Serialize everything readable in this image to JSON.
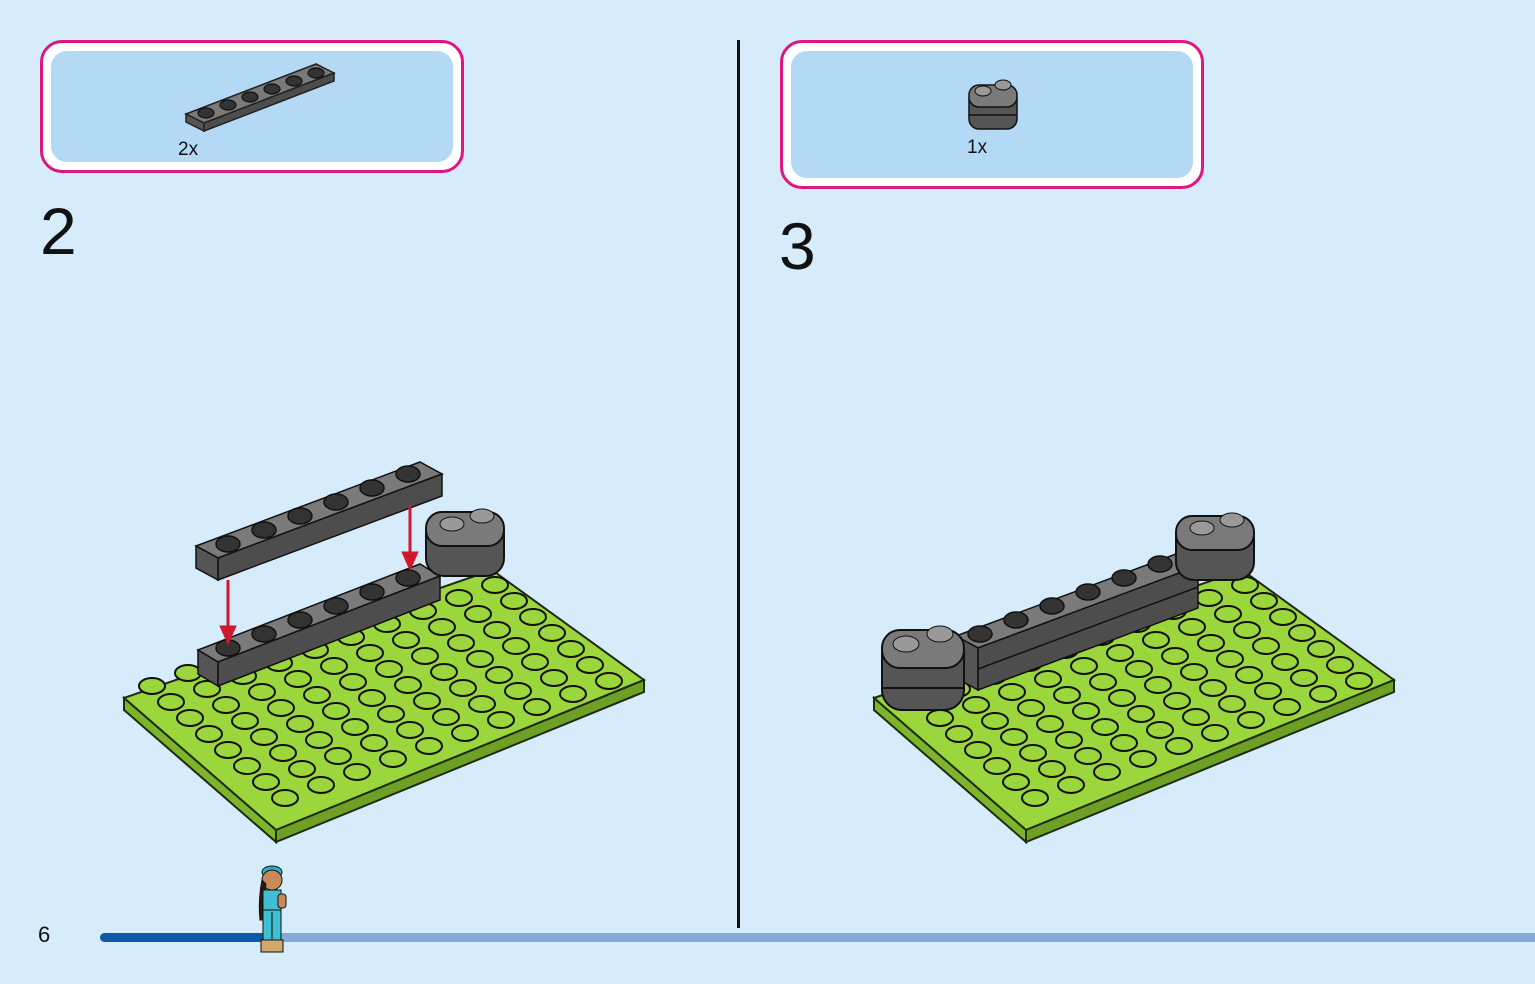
{
  "page": {
    "number": "6"
  },
  "steps": [
    {
      "number": "2",
      "parts": [
        {
          "qty": "2x",
          "part": "dark-grey-plate-1x6"
        }
      ]
    },
    {
      "number": "3",
      "parts": [
        {
          "qty": "1x",
          "part": "dark-grey-bracket-part"
        }
      ]
    }
  ],
  "progress": {
    "fraction": 0.12
  },
  "colors": {
    "background": "#d6ecfa",
    "parts_border": "#e0157f",
    "parts_fill": "#b3d9f5",
    "baseplate": "#9bd63c",
    "plate": "#6b6b6b",
    "arrow": "#d0182c",
    "progress_fill": "#0a5aa8",
    "progress_track": "#86a9d8"
  }
}
